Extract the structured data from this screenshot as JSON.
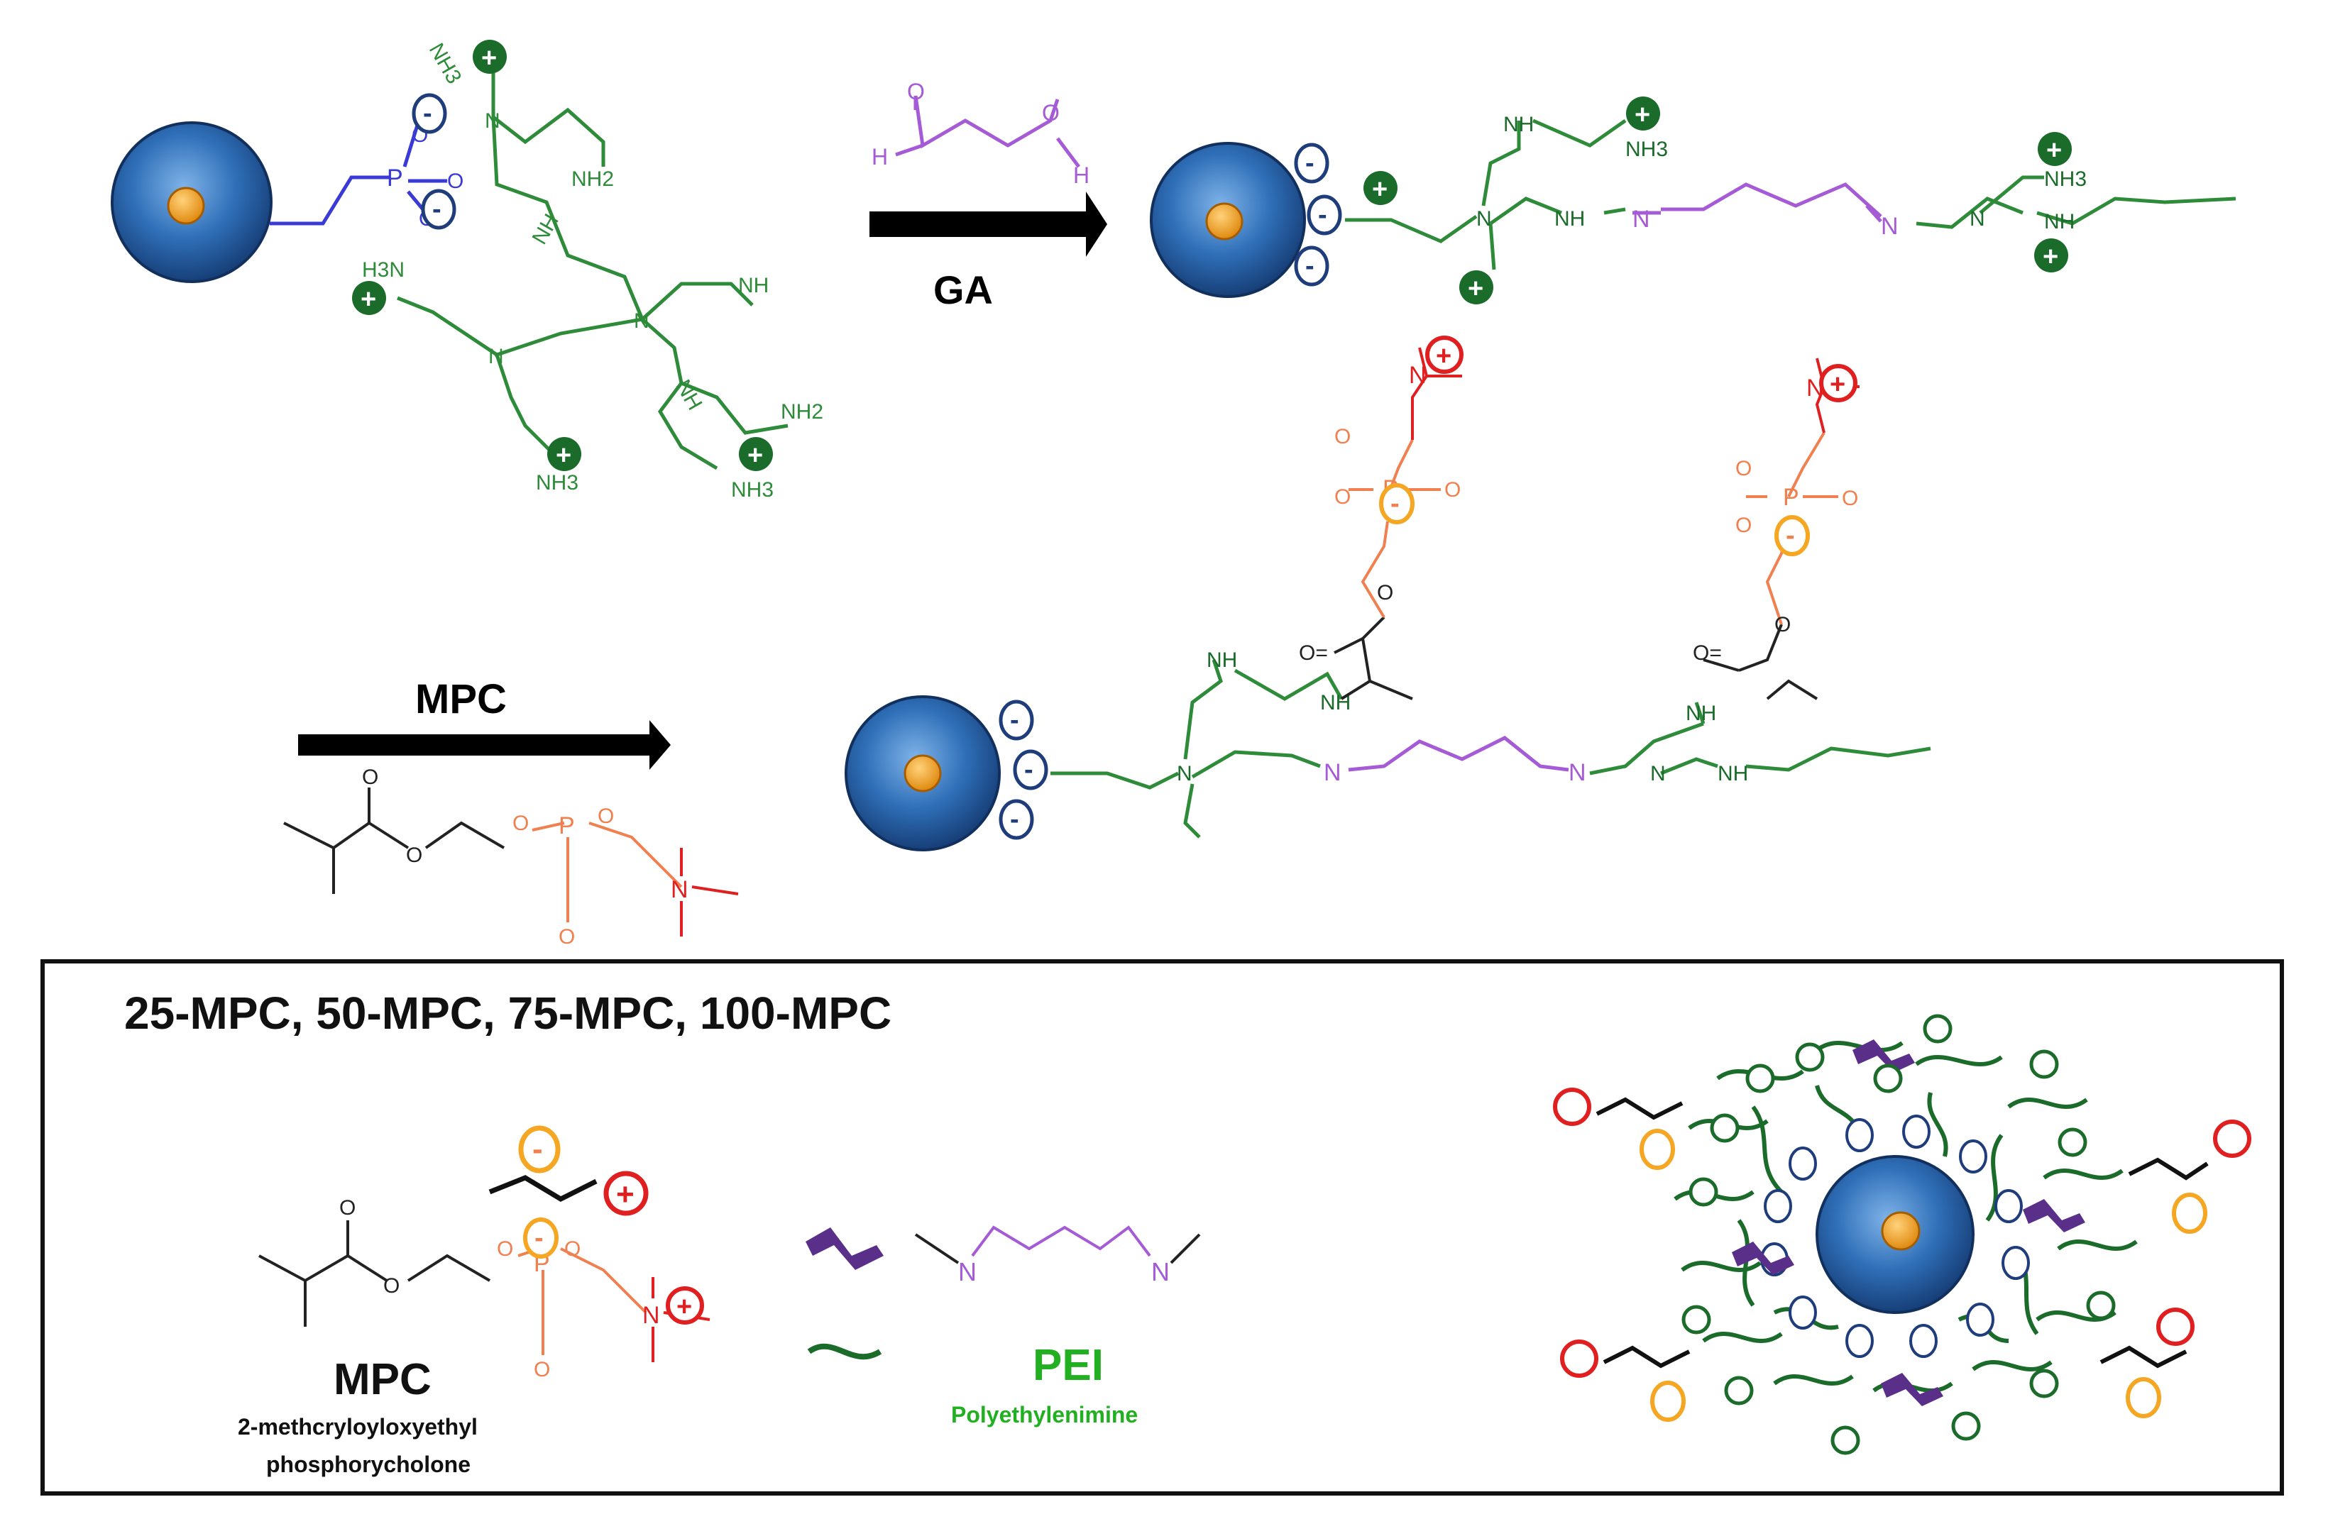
{
  "step1": {
    "reagent_label": "GA",
    "aldehyde_O": "O",
    "aldehyde_H": "H"
  },
  "step2": {
    "reagent_label": "MPC"
  },
  "atoms": {
    "P": "P",
    "O": "O",
    "N": "N",
    "NH": "NH",
    "NH2": "NH2",
    "NH3": "NH3",
    "H3N": "H3N",
    "H": "H",
    "O_eq": "O="
  },
  "charges": {
    "plus": "+",
    "minus": "-"
  },
  "legend": {
    "title": "25-MPC, 50-MPC, 75-MPC, 100-MPC",
    "mpc_label": "MPC",
    "mpc_full_line1": "2-methcryloyloxyethyl",
    "mpc_full_line2": "phosphorycholone",
    "pei_label": "PEI",
    "pei_full": "Polyethylenimine"
  },
  "colors": {
    "pei_green": "#2e8b3a",
    "dark_green": "#1b6b2a",
    "phosphonate_blue": "#3a3ad6",
    "ga_purple": "#a55bd6",
    "mpc_orange": "#f08050",
    "mpc_red": "#e02020",
    "sphere_blue": "#2f6fb8",
    "core_orange": "#f5a623",
    "anion_navy": "#1f3d7a"
  }
}
